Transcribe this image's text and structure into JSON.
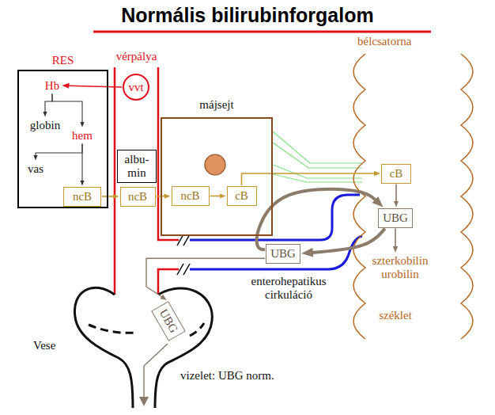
{
  "diagram": {
    "title": "Normális bilirubinforgalom",
    "nodes": [
      {
        "text": [
          "RES"
        ]
      },
      {
        "text": [
          "Hb"
        ],
        "in": 0
      },
      {
        "text": [
          "globin"
        ],
        "in": 0
      },
      {
        "text": [
          "hem"
        ],
        "in": 0
      },
      {
        "text": [
          "vas"
        ],
        "in": 0
      },
      {
        "text": [
          "ncB"
        ],
        "in": 0
      },
      {
        "text": [
          "vérpálya"
        ]
      },
      {
        "text": [
          "vvt"
        ],
        "in": 6
      },
      {
        "text": [
          "albu- min"
        ],
        "in": 6
      },
      {
        "text": [
          "ncB"
        ],
        "in": 6
      },
      {
        "text": [
          "májsejt"
        ]
      },
      {
        "text": [
          "ncB"
        ],
        "in": 10
      },
      {
        "text": [
          "cB"
        ],
        "in": 10
      },
      {
        "text": [
          "bélcsatorna"
        ]
      },
      {
        "text": [
          "cB"
        ],
        "in": 13
      },
      {
        "text": [
          "UBG"
        ],
        "in": 13
      },
      {
        "text": [
          "szterkobilin urobilin"
        ],
        "in": 13
      },
      {
        "text": [
          "UBG"
        ]
      },
      {
        "text": [
          "UBG"
        ]
      }
    ],
    "edges": [
      {
        "from": 7,
        "to": 1,
        "arrow": "to"
      },
      {
        "from": 1,
        "to": 2,
        "arrow": "to"
      },
      {
        "from": 1,
        "to": 3,
        "arrow": "to"
      },
      {
        "from": 3,
        "to": 4,
        "arrow": "to"
      },
      {
        "from": 3,
        "to": 5,
        "arrow": "to"
      },
      {
        "from": 5,
        "to": 9,
        "arrow": "to"
      },
      {
        "from": 9,
        "to": 11,
        "arrow": "to"
      },
      {
        "from": 11,
        "to": 12,
        "arrow": "to"
      },
      {
        "from": 12,
        "to": 14,
        "arrow": "to"
      },
      {
        "from": 14,
        "to": 15,
        "arrow": "to"
      },
      {
        "from": 15,
        "to": 16,
        "arrow": "to"
      },
      {
        "from": 15,
        "to": 17,
        "arrow": "to"
      },
      {
        "from": 17,
        "to": 15,
        "arrow": "to"
      },
      {
        "from": 17,
        "to": 18,
        "arrow": "to"
      }
    ],
    "labels": [
      "széklet",
      "Vese",
      "enterohepatikus cirkuláció",
      "vizelet: UBG norm."
    ]
  }
}
